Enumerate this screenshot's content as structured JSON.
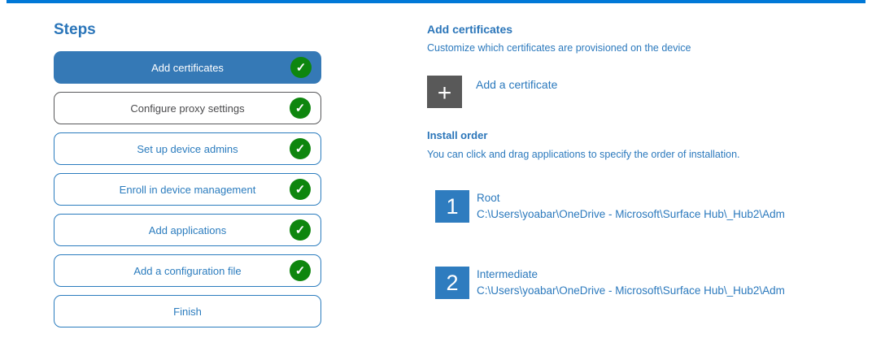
{
  "colors": {
    "accent_bar": "#0078d7",
    "active_step_bg": "#3579b6",
    "step_blue": "#2b7cbe",
    "step_gray_border": "#58595b",
    "check_green": "#0e860e",
    "tile_gray": "#595959",
    "tile_blue": "#2e7cbf",
    "text_blue": "#2b79bd"
  },
  "icons": {
    "check": "✓",
    "plus": "+"
  },
  "steps_panel": {
    "title": "Steps",
    "items": [
      {
        "label": "Add certificates",
        "state": "active",
        "completed": true
      },
      {
        "label": "Configure proxy settings",
        "state": "gray",
        "completed": true
      },
      {
        "label": "Set up device admins",
        "state": "blue",
        "completed": true
      },
      {
        "label": "Enroll in device management",
        "state": "blue",
        "completed": true
      },
      {
        "label": "Add applications",
        "state": "blue",
        "completed": true
      },
      {
        "label": "Add a configuration file",
        "state": "blue",
        "completed": true
      },
      {
        "label": "Finish",
        "state": "blue",
        "completed": false
      }
    ]
  },
  "content": {
    "title": "Add certificates",
    "subtitle": "Customize which certificates are provisioned on the device",
    "add_button": {
      "label": "Add a certificate"
    },
    "install_order": {
      "title": "Install order",
      "description": "You can click and drag applications to specify the order of installation.",
      "items": [
        {
          "index": "1",
          "name": "Root",
          "path": "C:\\Users\\yoabar\\OneDrive - Microsoft\\Surface Hub\\_Hub2\\Adm"
        },
        {
          "index": "2",
          "name": "Intermediate",
          "path": "C:\\Users\\yoabar\\OneDrive - Microsoft\\Surface Hub\\_Hub2\\Adm"
        }
      ]
    }
  }
}
